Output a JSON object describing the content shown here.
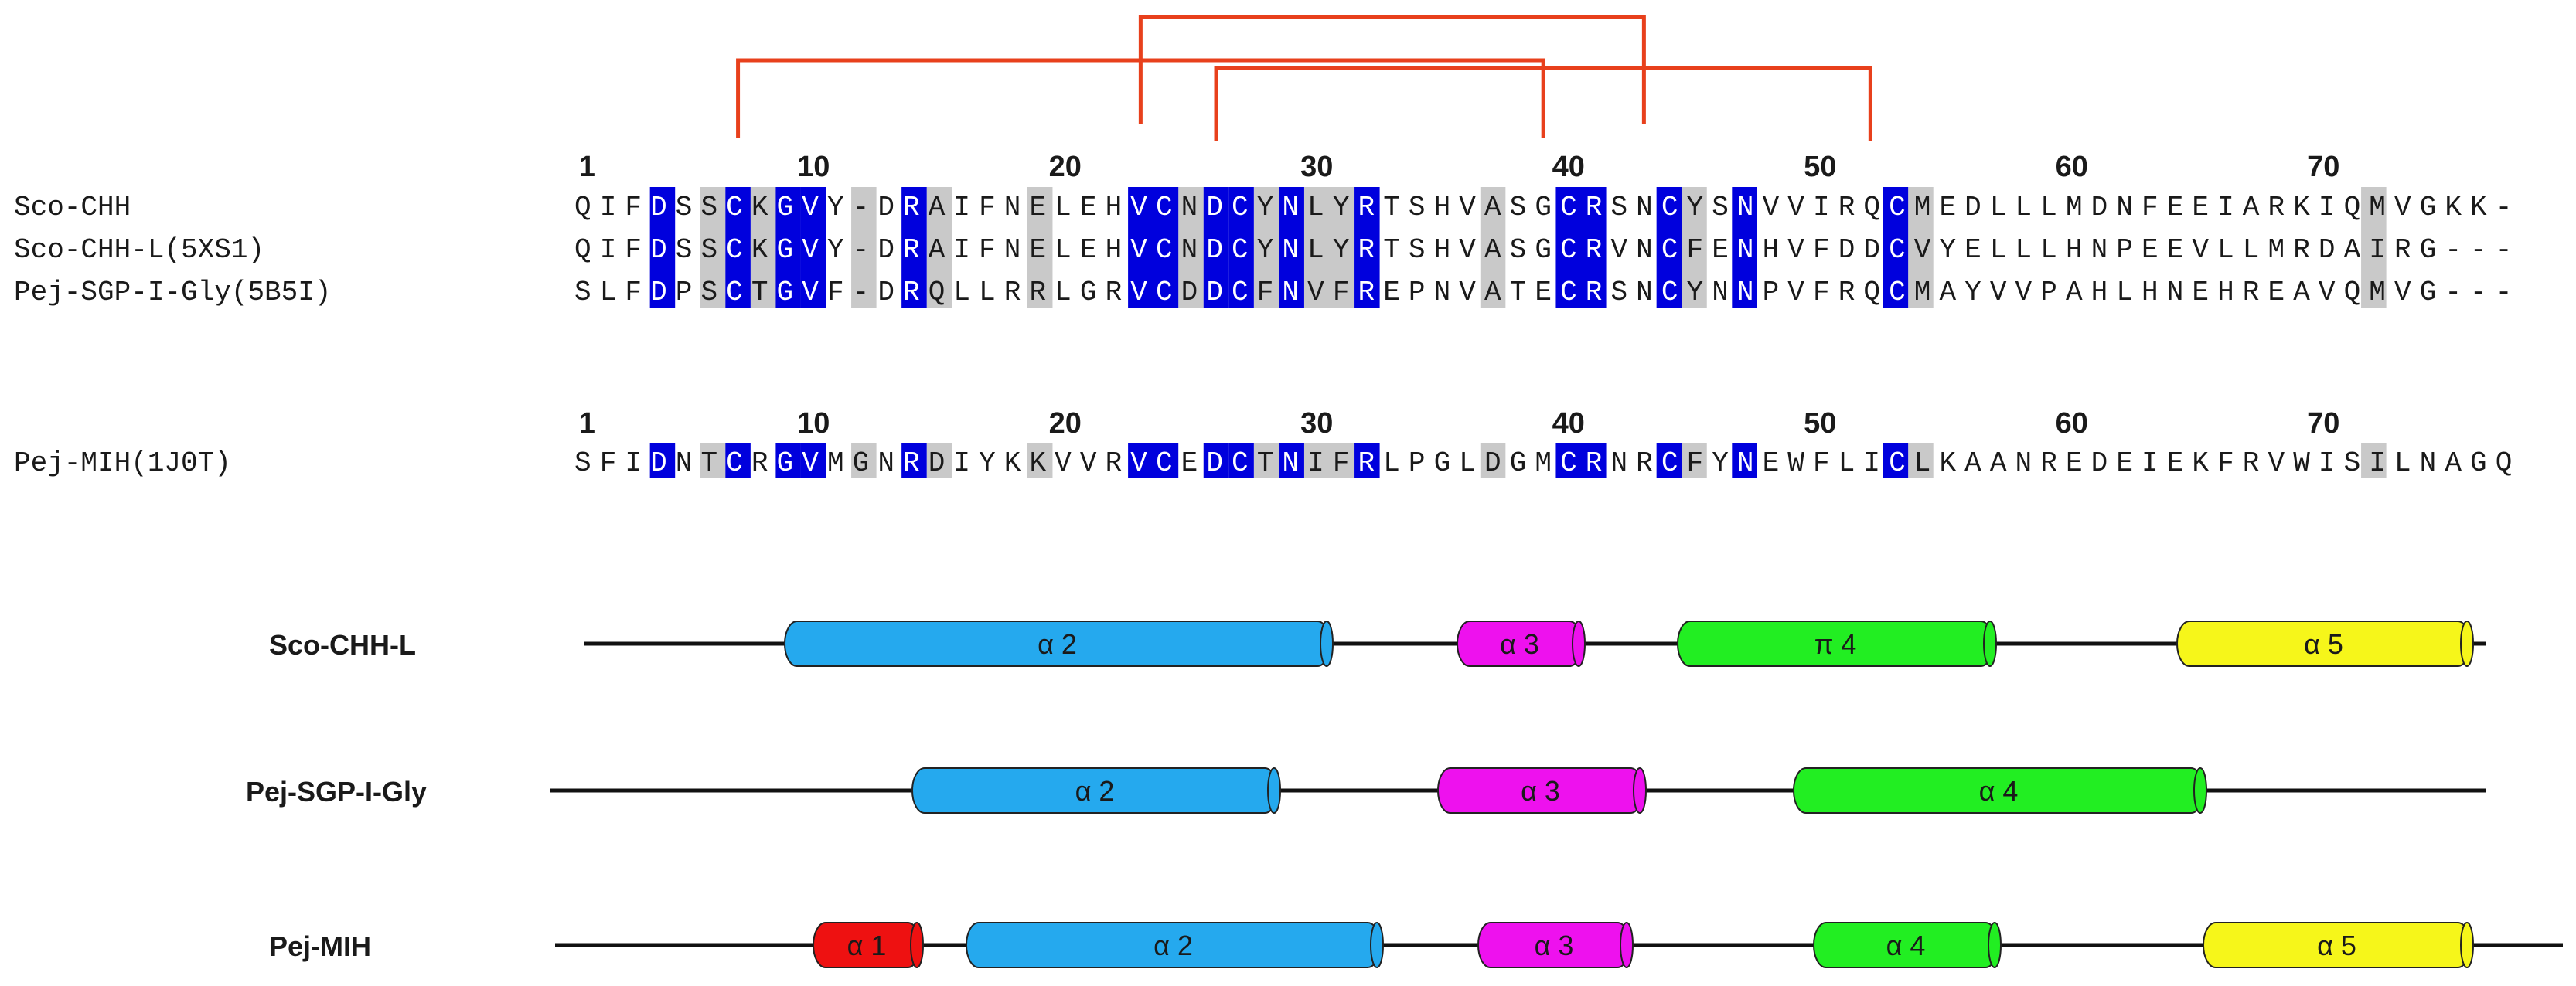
{
  "alignment": {
    "palette": {
      "identical": "#0000dd",
      "similar": "#c9c9c9",
      "disulfide": "#e8401c",
      "text": "#1a1a1a",
      "on_identical": "#ffffff"
    },
    "disulfide_bonds": [
      [
        7,
        39
      ],
      [
        23,
        43
      ],
      [
        26,
        52
      ]
    ],
    "numbering_top": [
      "1",
      "10",
      "20",
      "30",
      "40",
      "50",
      "60",
      "70"
    ],
    "numbering_bottom": [
      "1",
      "10",
      "20",
      "30",
      "40",
      "50",
      "60",
      "70"
    ],
    "sequences_top": [
      {
        "name": "Sco-CHH",
        "seq": "QIFDSSCKGVY-DRAIFNELEHVCNDCYNLYRTSHVASGCRSNCYSNVVIRQCMEDLLLMDNFEEIARKIQMVGKK-"
      },
      {
        "name": "Sco-CHH-L(5XS1)",
        "seq": "QIFDSSCKGVY-DRAIFNELEHVCNDCYNLYRTSHVASGCRVNCFENHVFDDCVYELLLHNPEEVLLMRDAIRG---"
      },
      {
        "name": "Pej-SGP-I-Gly(5B5I)",
        "seq": "SLFDPSCTGVF-DRQLLRRLGRVCDDCFNVFREPNVATECRSNCYNNPVFRQCMAYVVPAHLHNEHREAVQMVG---"
      }
    ],
    "sequences_bottom": [
      {
        "name": "Pej-MIH(1J0T)",
        "seq": "SFIDNTCRGVMGNRDIYKKVVRVCEDCTNIFRLPGLDGMCRNRCFYNEWFLICLKAANREDEIEKFRVWISILNAGQ"
      }
    ],
    "identical_columns_top": [
      4,
      7,
      9,
      10,
      14,
      23,
      24,
      26,
      27,
      29,
      32,
      40,
      41,
      44,
      47,
      53
    ],
    "similar_columns_top": [
      6,
      8,
      12,
      15,
      19,
      25,
      28,
      30,
      31,
      37,
      45,
      54,
      72
    ],
    "identical_columns_bottom": [
      4,
      7,
      9,
      10,
      14,
      23,
      24,
      26,
      27,
      29,
      32,
      40,
      41,
      44,
      47,
      53
    ],
    "similar_columns_bottom": [
      6,
      12,
      15,
      19,
      28,
      30,
      31,
      37,
      45,
      54,
      72
    ]
  },
  "structures": {
    "colors": {
      "a1": "#ee1111",
      "a2": "#25a9ee",
      "a3": "#ee11ee",
      "p4": "#22ee22",
      "a5": "#f6f61a"
    },
    "tracks": [
      {
        "name": "Sco-CHH-L",
        "helices": [
          {
            "label": "α 2",
            "color": "a2"
          },
          {
            "label": "α 3",
            "color": "a3"
          },
          {
            "label": "π 4",
            "color": "p4"
          },
          {
            "label": "α 5",
            "color": "a5"
          }
        ]
      },
      {
        "name": "Pej-SGP-I-Gly",
        "helices": [
          {
            "label": "α 2",
            "color": "a2"
          },
          {
            "label": "α 3",
            "color": "a3"
          },
          {
            "label": "α 4",
            "color": "p4"
          }
        ]
      },
      {
        "name": "Pej-MIH",
        "helices": [
          {
            "label": "α 1",
            "color": "a1"
          },
          {
            "label": "α 2",
            "color": "a2"
          },
          {
            "label": "α 3",
            "color": "a3"
          },
          {
            "label": "α 4",
            "color": "p4"
          },
          {
            "label": "α 5",
            "color": "a5"
          }
        ]
      }
    ]
  }
}
